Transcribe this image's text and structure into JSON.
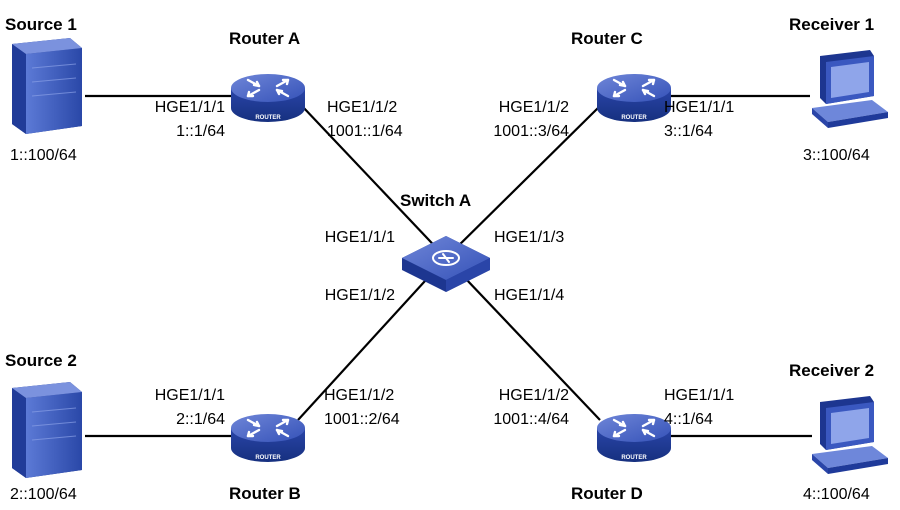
{
  "devices": {
    "source1": {
      "name": "Source 1",
      "addr": "1::100/64"
    },
    "source2": {
      "name": "Source 2",
      "addr": "2::100/64"
    },
    "receiver1": {
      "name": "Receiver 1",
      "addr": "3::100/64"
    },
    "receiver2": {
      "name": "Receiver 2",
      "addr": "4::100/64"
    },
    "routerA": {
      "name": "Router A",
      "badge": "ROUTER",
      "if1": "HGE1/1/1",
      "if1_addr": "1::1/64",
      "if2": "HGE1/1/2",
      "if2_addr": "1001::1/64"
    },
    "routerB": {
      "name": "Router B",
      "badge": "ROUTER",
      "if1": "HGE1/1/1",
      "if1_addr": "2::1/64",
      "if2": "HGE1/1/2",
      "if2_addr": "1001::2/64"
    },
    "routerC": {
      "name": "Router C",
      "badge": "ROUTER",
      "if1": "HGE1/1/1",
      "if1_addr": "3::1/64",
      "if2": "HGE1/1/2",
      "if2_addr": "1001::3/64"
    },
    "routerD": {
      "name": "Router D",
      "badge": "ROUTER",
      "if1": "HGE1/1/1",
      "if1_addr": "4::1/64",
      "if2": "HGE1/1/2",
      "if2_addr": "1001::4/64"
    },
    "switchA": {
      "name": "Switch A",
      "p1": "HGE1/1/1",
      "p2": "HGE1/1/2",
      "p3": "HGE1/1/3",
      "p4": "HGE1/1/4"
    }
  },
  "colors": {
    "router_top": "#4a66c8",
    "router_side": "#1f3a9a",
    "device_blue": "#2e4fb8",
    "link": "#000000"
  }
}
